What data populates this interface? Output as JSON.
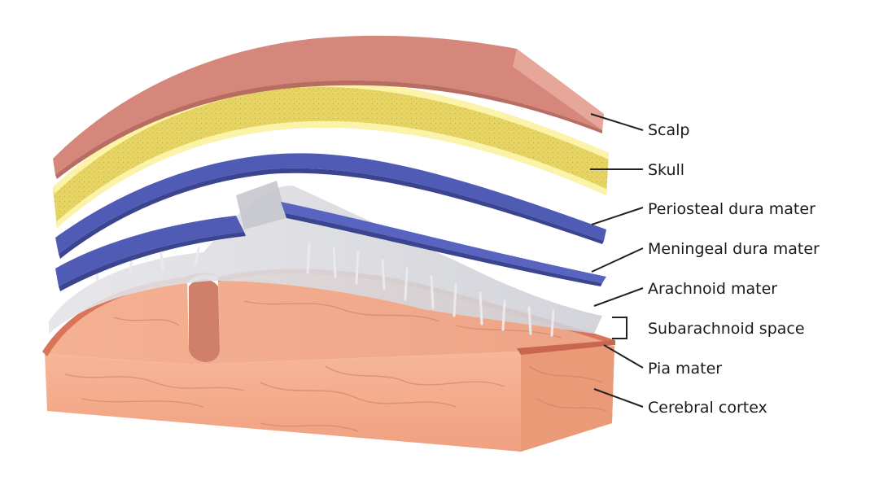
{
  "labels": {
    "scalp": "Scalp",
    "skull": "Skull",
    "periosteal": "Periosteal dura mater",
    "meningeal": "Meningeal dura mater",
    "arachnoid": "Arachnoid mater",
    "subarachnoid": "Subarachnoid space",
    "pia": "Pia mater",
    "cortex": "Cerebral cortex"
  },
  "colors": {
    "scalp": "#d4877a",
    "scalp_light": "#e6a79a",
    "skull": "#e8d86a",
    "skull_edge": "#fbf3a8",
    "dura": "#4f5bb5",
    "dura_dark": "#3b458f",
    "arachnoid": "#d8d8dc",
    "cortex": "#f2a98a",
    "cortex_dark": "#e08f70",
    "pia": "#d9735a",
    "leader": "#222222"
  }
}
